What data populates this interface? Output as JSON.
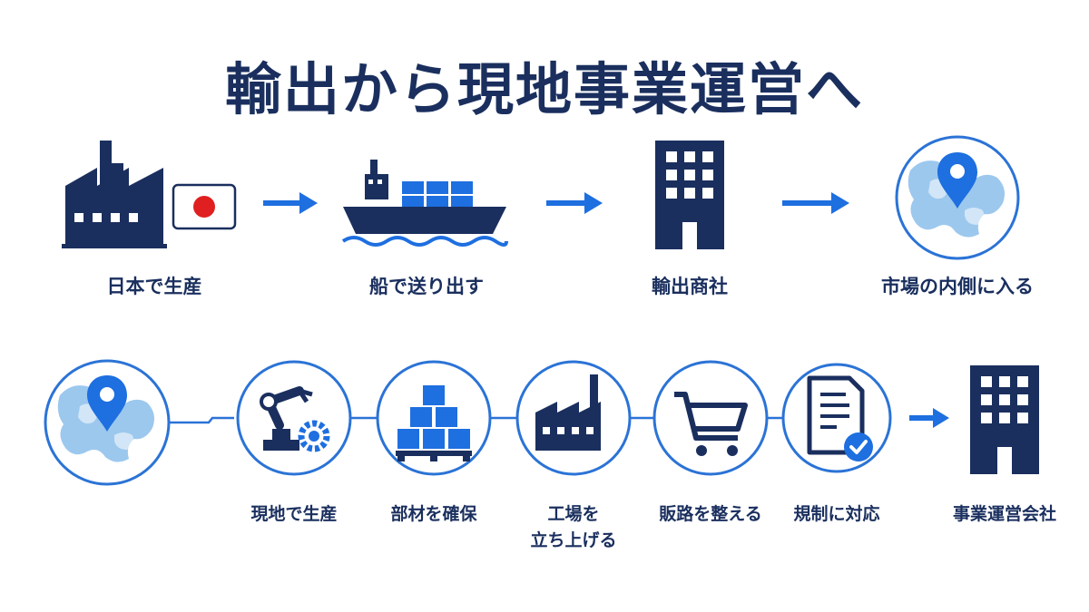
{
  "title": "輸出から現地事業運営へ",
  "colors": {
    "navy": "#1a2f5e",
    "blue": "#1e6fe0",
    "light_blue": "#9cc8ee",
    "circle_border": "#2b73d6",
    "red": "#e02020"
  },
  "top_flow": {
    "steps": [
      {
        "label": "日本で生産",
        "icons": [
          "factory-icon",
          "japan-flag-icon"
        ]
      },
      {
        "label": "船で送り出す",
        "icons": [
          "cargo-ship-icon"
        ]
      },
      {
        "label": "輸出商社",
        "icons": [
          "office-building-icon"
        ]
      },
      {
        "label": "市場の内側に入る",
        "icons": [
          "map-pin-icon"
        ]
      }
    ]
  },
  "bottom_flow": {
    "steps": [
      {
        "label": "",
        "icons": [
          "map-pin-icon"
        ]
      },
      {
        "label_lines": [
          "現地で生産"
        ],
        "icons": [
          "robot-arm-icon"
        ]
      },
      {
        "label_lines": [
          "部材を確保"
        ],
        "icons": [
          "stacked-boxes-icon"
        ]
      },
      {
        "label_lines": [
          "工場を",
          "立ち上げる"
        ],
        "icons": [
          "factory-icon"
        ]
      },
      {
        "label_lines": [
          "販路を整える"
        ],
        "icons": [
          "shopping-cart-icon"
        ]
      },
      {
        "label_lines": [
          "規制に対応"
        ],
        "icons": [
          "document-check-icon"
        ]
      },
      {
        "label_lines": [
          "事業運営会社"
        ],
        "icons": [
          "office-building-icon"
        ]
      }
    ]
  }
}
